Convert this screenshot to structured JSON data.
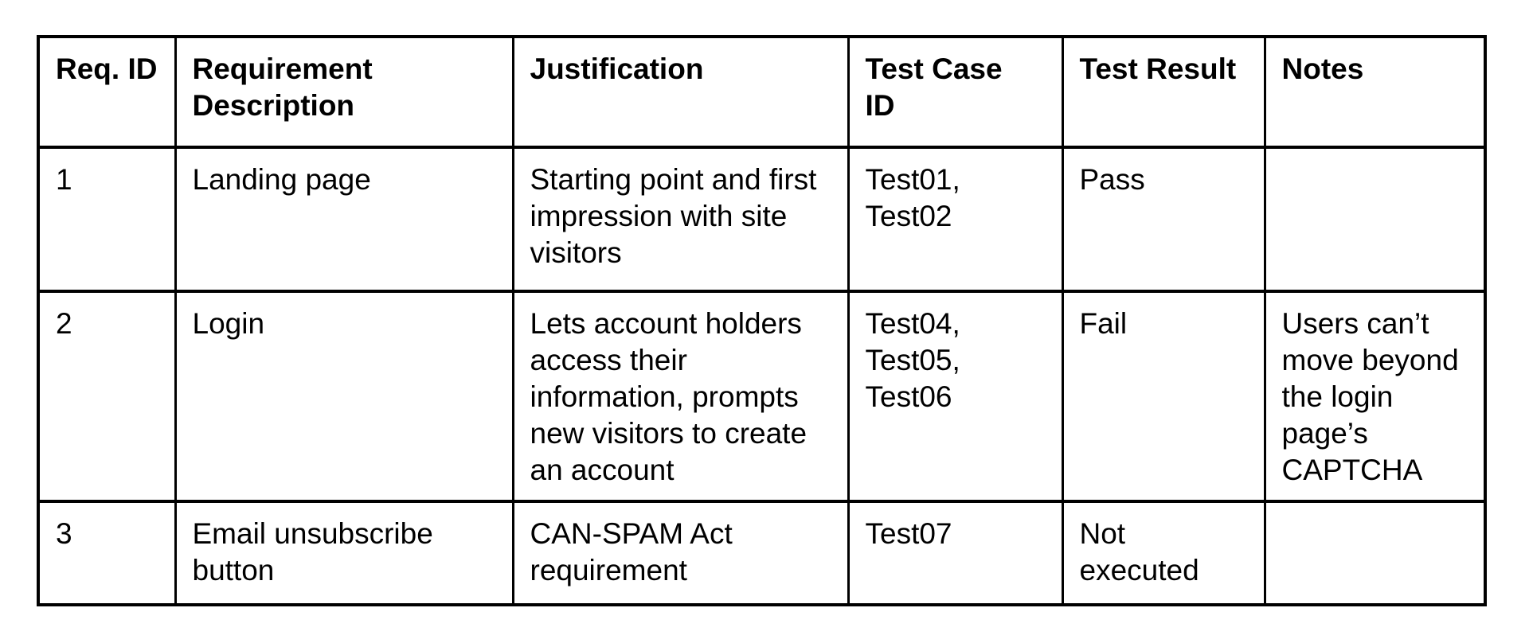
{
  "document": {
    "background_color": "#ffffff",
    "text_color": "#000000",
    "border_color": "#000000"
  },
  "table": {
    "columns": [
      {
        "key": "req-id",
        "label": "Req. ID"
      },
      {
        "key": "description",
        "label": "Requirement\nDescription"
      },
      {
        "key": "justification",
        "label": "Justification"
      },
      {
        "key": "test-case-id",
        "label": "Test Case\nID"
      },
      {
        "key": "test-result",
        "label": "Test Result"
      },
      {
        "key": "notes",
        "label": "Notes"
      }
    ],
    "rows": [
      {
        "cells": [
          "1",
          "Landing page",
          "Starting point and first\nimpression with site\nvisitors",
          "Test01,\nTest02",
          "Pass",
          ""
        ]
      },
      {
        "cells": [
          "2",
          "Login",
          "Lets account holders\naccess their\ninformation, prompts\nnew visitors to create\nan account",
          "Test04,\nTest05,\nTest06",
          "Fail",
          "Users can’t\nmove beyond\nthe login\npage’s\nCAPTCHA"
        ]
      },
      {
        "cells": [
          "3",
          "Email unsubscribe\nbutton",
          "CAN-SPAM Act\nrequirement",
          "Test07",
          "Not\nexecuted",
          ""
        ]
      }
    ]
  }
}
